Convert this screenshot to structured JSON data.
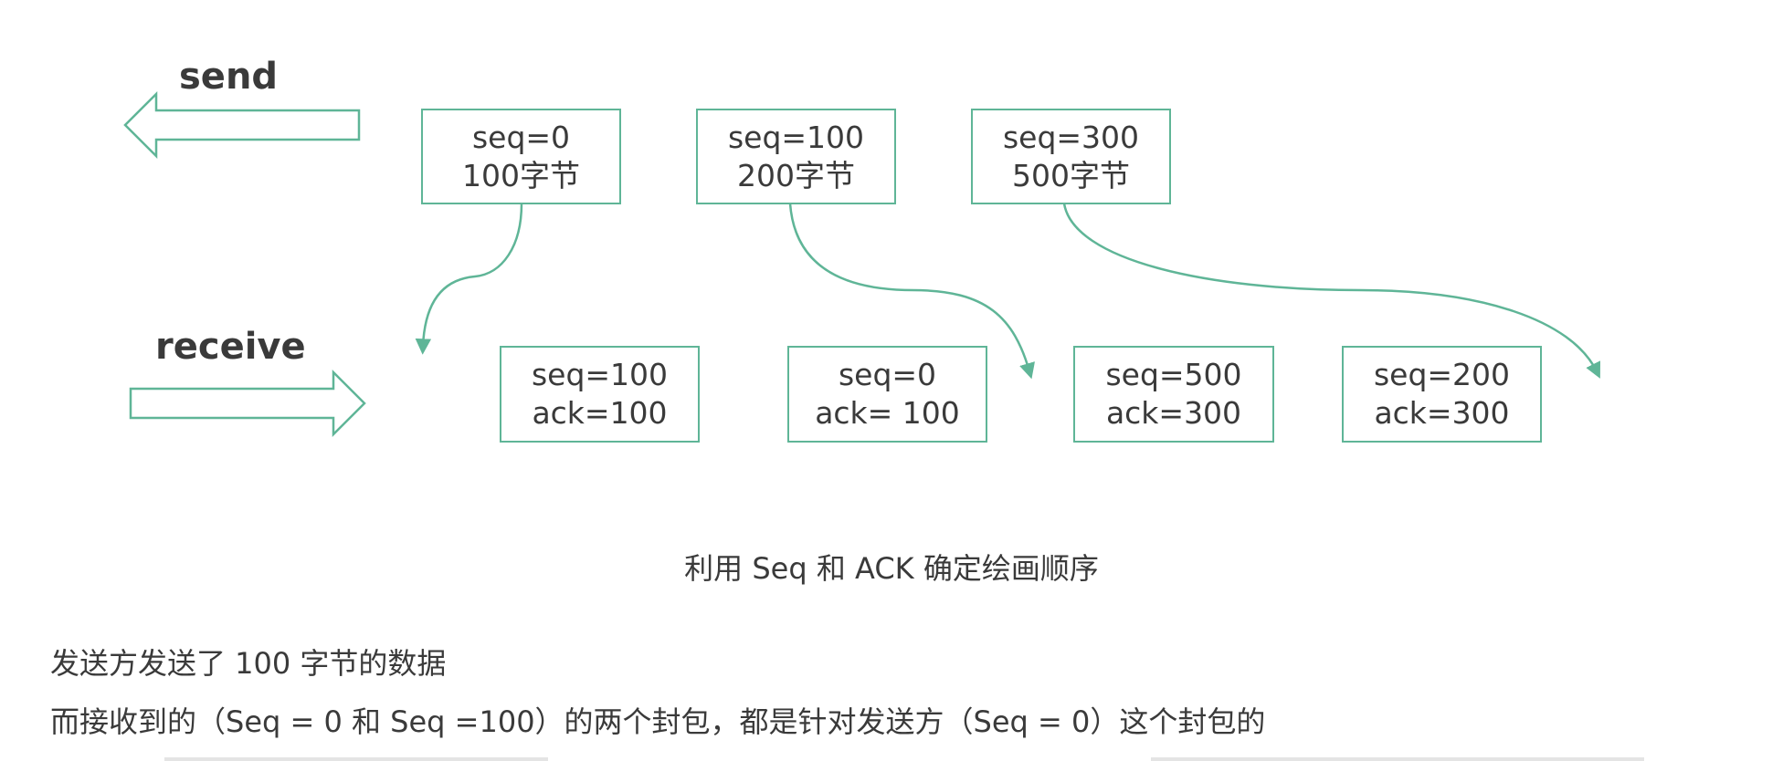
{
  "send_label": "send",
  "receive_label": "receive",
  "send_packets": [
    {
      "line1": "seq=0",
      "line2": "100字节"
    },
    {
      "line1": "seq=100",
      "line2": "200字节"
    },
    {
      "line1": "seq=300",
      "line2": "500字节"
    }
  ],
  "receive_packets": [
    {
      "line1": "seq=100",
      "line2": "ack=100"
    },
    {
      "line1": "seq=0",
      "line2": "ack= 100"
    },
    {
      "line1": "seq=500",
      "line2": "ack=300"
    },
    {
      "line1": "seq=200",
      "line2": "ack=300"
    }
  ],
  "caption": "利用 Seq 和 ACK 确定绘画顺序",
  "paragraphs": [
    "发送方发送了 100 字节的数据",
    "而接收到的（Seq = 0 和 Seq =100）的两个封包，都是针对发送方（Seq = 0）这个封包的"
  ],
  "colors": {
    "accent": "#5fb597",
    "text": "#3a3a3a"
  }
}
